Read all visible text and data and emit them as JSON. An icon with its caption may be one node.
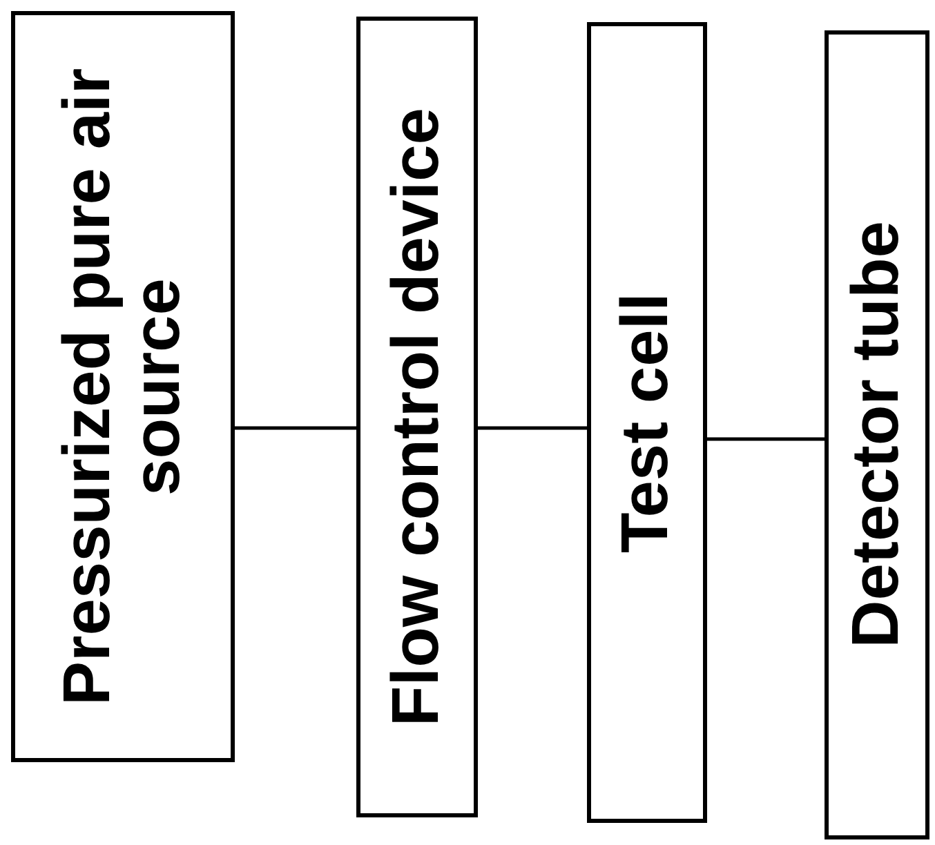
{
  "diagram": {
    "nodes": [
      {
        "text": [
          "Pressurized pure air source"
        ]
      },
      {
        "text": [
          "Flow control device"
        ]
      },
      {
        "text": [
          "Test cell"
        ]
      },
      {
        "text": [
          "Detector tube"
        ]
      }
    ],
    "edges": [
      {
        "from": 0,
        "to": 1,
        "arrow": "none"
      },
      {
        "from": 1,
        "to": 2,
        "arrow": "none"
      },
      {
        "from": 2,
        "to": 3,
        "arrow": "none"
      }
    ]
  }
}
